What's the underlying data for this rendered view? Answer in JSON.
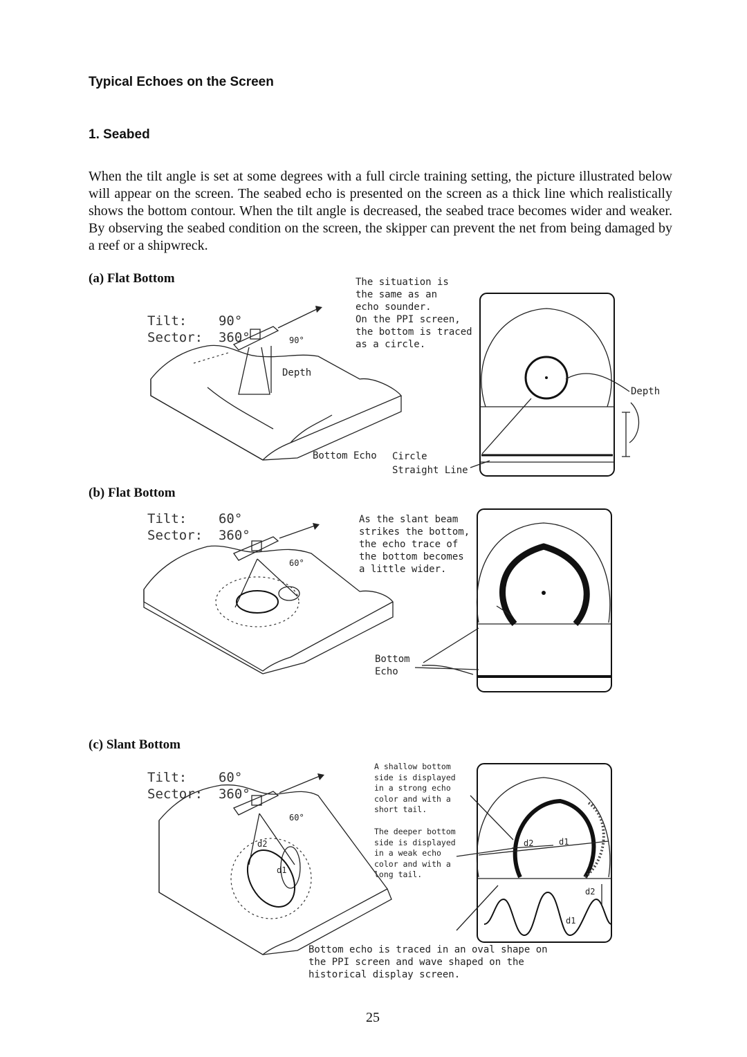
{
  "page": {
    "section_title": "Typical Echoes on the Screen",
    "subsection_title": "1. Seabed",
    "intro_paragraph": "When the tilt angle is set at some degrees with a full circle training setting, the picture illustrated below will appear on the screen. The seabed echo is presented on the screen as a thick line which realistically shows the bottom contour. When the tilt angle is decreased, the seabed trace becomes wider and weaker. By observing the seabed condition on the screen, the skipper can prevent the net from being damaged by a reef or a shipwreck.",
    "page_number": "25"
  },
  "figures": {
    "a": {
      "caption": "(a) Flat Bottom",
      "params": "Tilt:    90°\nSector:  360°",
      "beam_angle": "90°",
      "depth_label": "Depth",
      "note": "The situation is\nthe same as an\necho sounder.\nOn the PPI screen,\nthe bottom is traced\nas a circle.",
      "bottom_echo_label": "Bottom Echo",
      "circle_label": "Circle",
      "straight_line_label": "Straight Line",
      "display_depth_label": "Depth"
    },
    "b": {
      "caption": "(b) Flat Bottom",
      "params": "Tilt:    60°\nSector:  360°",
      "beam_angle": "60°",
      "note": "As the slant beam\nstrikes the bottom,\nthe echo trace of\nthe bottom becomes\na little wider.",
      "bottom_echo_label": "Bottom\nEcho"
    },
    "c": {
      "caption": "(c) Slant Bottom",
      "params": "Tilt:    60°\nSector:  360°",
      "beam_angle": "60°",
      "note_shallow": "A shallow bottom\nside is displayed\nin a strong echo\ncolor and with a\nshort tail.",
      "note_deeper": "The deeper bottom\nside is displayed\nin a weak echo\ncolor and with a\nlong tail.",
      "d1": "d1",
      "d2": "d2",
      "footer_note": "Bottom echo is traced in an oval shape on\nthe PPI screen and wave shaped on the\nhistorical display screen."
    }
  }
}
